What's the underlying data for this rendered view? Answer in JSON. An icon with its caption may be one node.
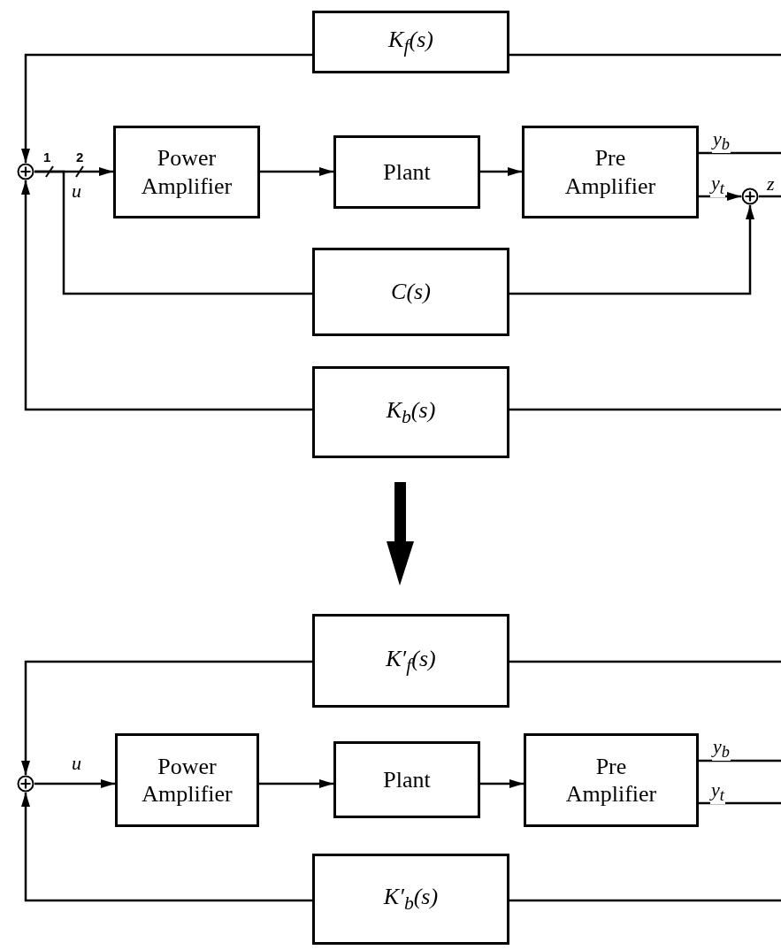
{
  "diagram": {
    "nodes": [
      {
        "text": [
          "K$_{f}$(s)"
        ]
      },
      {
        "text": [],
        "shape": "circle"
      },
      {
        "text": [
          "Power Amplifier"
        ]
      },
      {
        "text": [
          "Plant"
        ]
      },
      {
        "text": [
          "Pre Amplifier"
        ]
      },
      {
        "text": [],
        "shape": "circle"
      },
      {
        "text": [
          "C(s)"
        ]
      },
      {
        "text": [
          "K$_{b}$(s)"
        ]
      },
      {
        "text": [
          "K′$_{f}$(s)"
        ]
      },
      {
        "text": [],
        "shape": "circle"
      },
      {
        "text": [
          "Power Amplifier"
        ]
      },
      {
        "text": [
          "Plant"
        ]
      },
      {
        "text": [
          "Pre Amplifier"
        ]
      },
      {
        "text": [
          "K′$_{b}$(s)"
        ]
      }
    ],
    "edges": [
      {
        "from": null,
        "to": 0,
        "arrow": "none"
      },
      {
        "from": 0,
        "to": 1,
        "arrow": "to"
      },
      {
        "from": 1,
        "to": 2,
        "arrow": "to",
        "label": "u"
      },
      {
        "from": 1,
        "to": 6,
        "arrow": "none"
      },
      {
        "from": 2,
        "to": 3,
        "arrow": "to"
      },
      {
        "from": 3,
        "to": 4,
        "arrow": "to"
      },
      {
        "from": 4,
        "to": null,
        "arrow": "none",
        "label": "y$_{b}$"
      },
      {
        "from": 4,
        "to": 5,
        "arrow": "to",
        "label": "y$_{t}$"
      },
      {
        "from": 6,
        "to": 5,
        "arrow": "to"
      },
      {
        "from": 5,
        "to": null,
        "arrow": "none",
        "label": "z"
      },
      {
        "from": null,
        "to": 7,
        "arrow": "none"
      },
      {
        "from": 7,
        "to": 1,
        "arrow": "to"
      },
      {
        "from": null,
        "to": 8,
        "arrow": "none"
      },
      {
        "from": 8,
        "to": 9,
        "arrow": "to"
      },
      {
        "from": 9,
        "to": 10,
        "arrow": "to",
        "label": "u"
      },
      {
        "from": 10,
        "to": 11,
        "arrow": "to"
      },
      {
        "from": 11,
        "to": 12,
        "arrow": "to"
      },
      {
        "from": 12,
        "to": null,
        "arrow": "none",
        "label": "y$_{b}$"
      },
      {
        "from": 12,
        "to": null,
        "arrow": "none",
        "label": "y$_{t}$"
      },
      {
        "from": null,
        "to": 13,
        "arrow": "none"
      },
      {
        "from": 13,
        "to": 9,
        "arrow": "to"
      }
    ],
    "labels": [
      "1",
      "2"
    ]
  }
}
